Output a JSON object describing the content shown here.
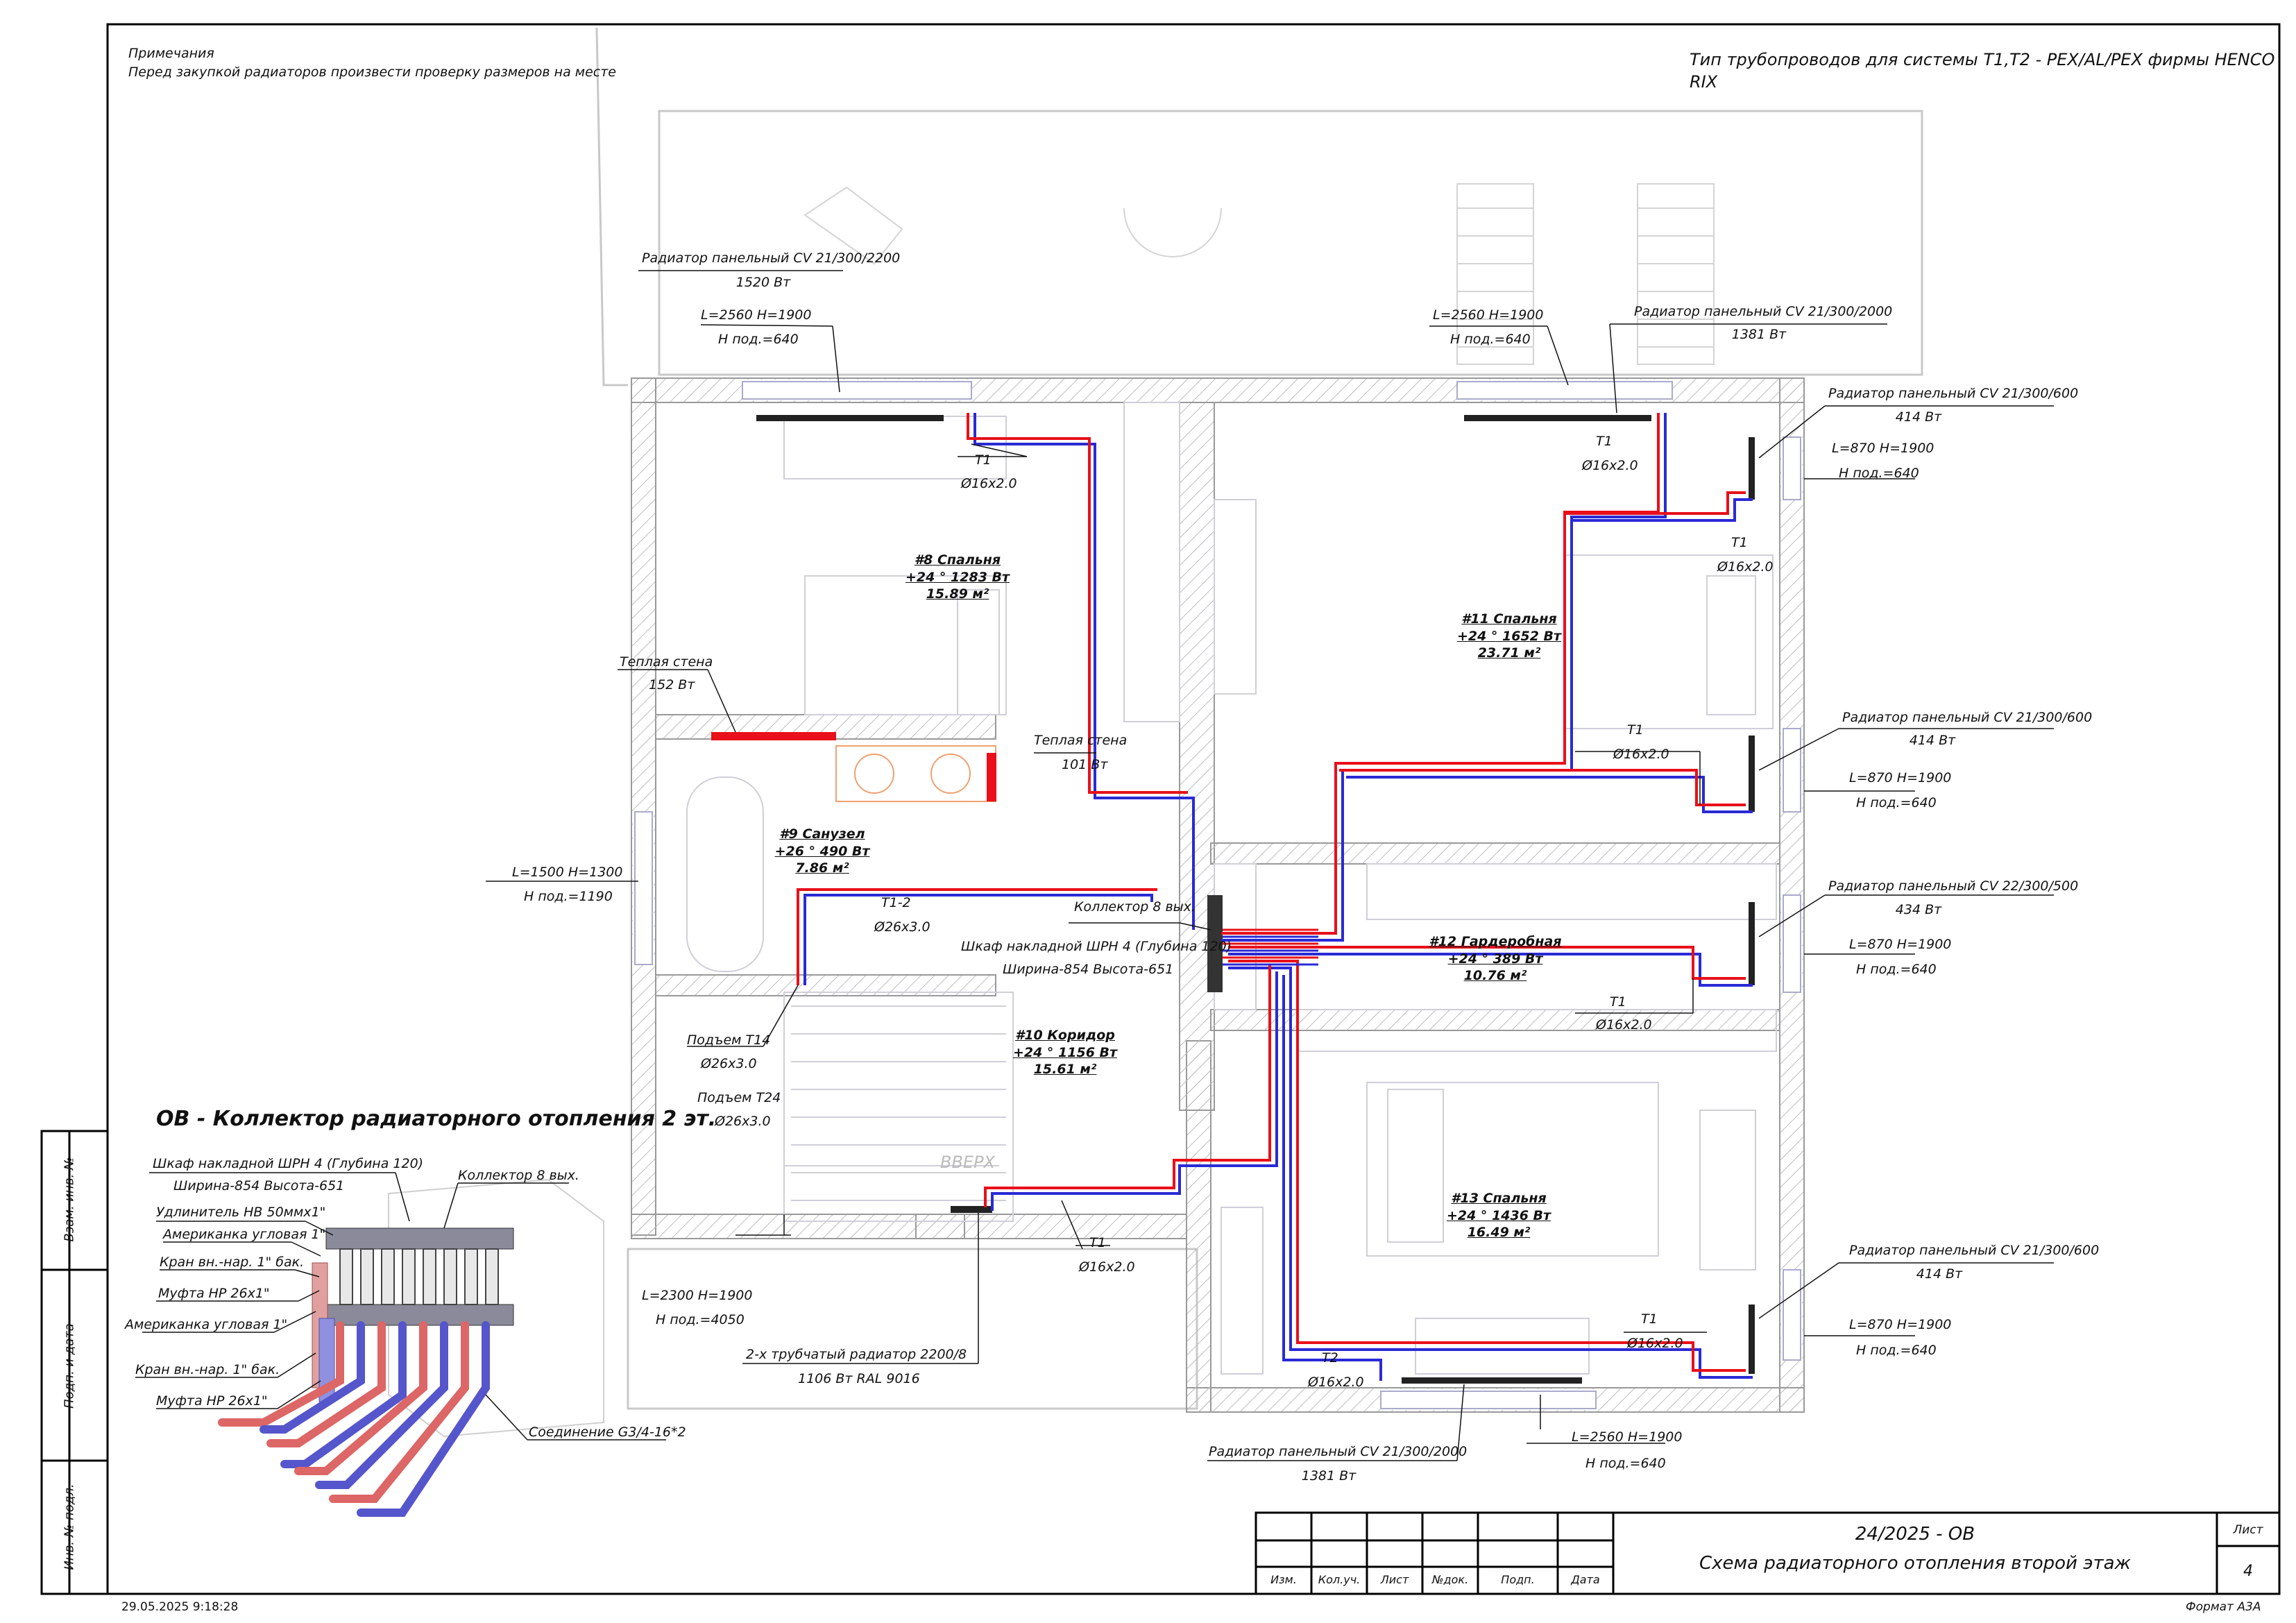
{
  "header": {
    "notes_title": "Примечания",
    "notes_text": "Перед закупкой радиаторов произвести проверку размеров на месте",
    "pipe_type": "Тип трубопроводов для системы Т1,Т2 - PEX/AL/PEX фирмы HENCO RIX"
  },
  "rooms": [
    {
      "num": "#8 Спальня",
      "load": "+24 ° 1283 Вт",
      "area": "15.89 м²"
    },
    {
      "num": "#9 Санузел",
      "load": "+26 ° 490 Вт",
      "area": "7.86 м²"
    },
    {
      "num": "#10 Коридор",
      "load": "+24 ° 1156 Вт",
      "area": "15.61 м²"
    },
    {
      "num": "#11 Спальня",
      "load": "+24 ° 1652 Вт",
      "area": "23.71 м²"
    },
    {
      "num": "#12 Гардеробная",
      "load": "+24 ° 389 Вт",
      "area": "10.76 м²"
    },
    {
      "num": "#13 Спальня",
      "load": "+24 ° 1436 Вт",
      "area": "16.49 м²"
    }
  ],
  "radiators": [
    {
      "name": "Радиатор панельный  CV 21/300/2200",
      "power": "1520 Вт",
      "size": "L=2560  H=1900",
      "h": "H под.=640"
    },
    {
      "name": "Радиатор панельный  CV 21/300/2000",
      "power": "1381 Вт",
      "size": "L=2560  H=1900",
      "h": "H под.=640"
    },
    {
      "name": "Радиатор панельный  CV 21/300/600",
      "power": "414  Вт",
      "size": "L=870  H=1900",
      "h": "H под.=640"
    },
    {
      "name": "Радиатор панельный  CV 21/300/600",
      "power": "414  Вт",
      "size": "L=870  H=1900",
      "h": "H под.=640"
    },
    {
      "name": "Радиатор панельный  CV 22/300/500",
      "power": "434  Вт",
      "size": "L=870  H=1900",
      "h": "H под.=640"
    },
    {
      "name": "Радиатор панельный  CV 21/300/600",
      "power": "414  Вт",
      "size": "L=870  H=1900",
      "h": "H под.=640"
    },
    {
      "name": "Радиатор панельный  CV 21/300/2000",
      "power": "1381 Вт",
      "size": "L=2560  H=1900",
      "h": "H под.=640"
    }
  ],
  "pipes": {
    "t1": "Т1",
    "t2": "Т2",
    "t12": "Т1-2",
    "d16": "Ø16х2.0",
    "d26": "Ø26х3.0",
    "riser_t14": "Подъем Т14",
    "riser_t24": "Подъем Т24"
  },
  "warm_walls": [
    {
      "name": "Теплая  стена",
      "power": "152  Вт"
    },
    {
      "name": "Теплая  стена",
      "power": "101  Вт"
    }
  ],
  "collector": {
    "label": "Коллектор 8 вых.",
    "cabinet": "Шкаф накладной ШРН 4  (Глубина  120)",
    "cabinet_dims": "Ширина-854   Высота-651"
  },
  "bath_rad": {
    "size": "L=1500  H=1300",
    "h": "H под.=1190"
  },
  "tube_rad": {
    "size": "L=2300  H=1900",
    "h": "H под.=4050",
    "name": "2-х трубчатый радиатор  2200/8",
    "power": "1106  Вт RAL  9016"
  },
  "stairs": "ВВЕРХ",
  "detail": {
    "title": "ОВ - Коллектор радиаторного отопления 2 эт.",
    "callouts": [
      "Шкаф накладной ШРН 4  (Глубина  120)",
      "Ширина-854   Высота-651",
      "Коллектор 8 вых.",
      "Удлинитель НВ 50ммх1\"",
      "Американка  угловая 1\"",
      "Кран вн.-нар.  1\"  бак.",
      "Муфта НР 26х1\"",
      "Американка  угловая 1\"",
      "Кран вн.-нар.  1\"  бак.",
      "Муфта НР 26х1\"",
      "Соединение G3/4-16*2"
    ]
  },
  "side_stamps": [
    "Взам. инв. №",
    "Подп. и дата",
    "Инв. № подл."
  ],
  "title_block": {
    "code": "24/2025 - ОВ",
    "title": "Схема радиаторного отопления второй этаж",
    "sheet_label": "Лист",
    "sheet_num": "4",
    "cols": [
      "Изм.",
      "Кол.уч.",
      "Лист",
      "№док.",
      "Подп.",
      "Дата"
    ]
  },
  "footer": {
    "timestamp": "29.05.2025 9:18:28",
    "format": "Формат А3А"
  },
  "colors": {
    "supply": "#e8101a",
    "return": "#2a2ad6",
    "wall": "#b8b8b8",
    "light": "#cfcfd8"
  }
}
